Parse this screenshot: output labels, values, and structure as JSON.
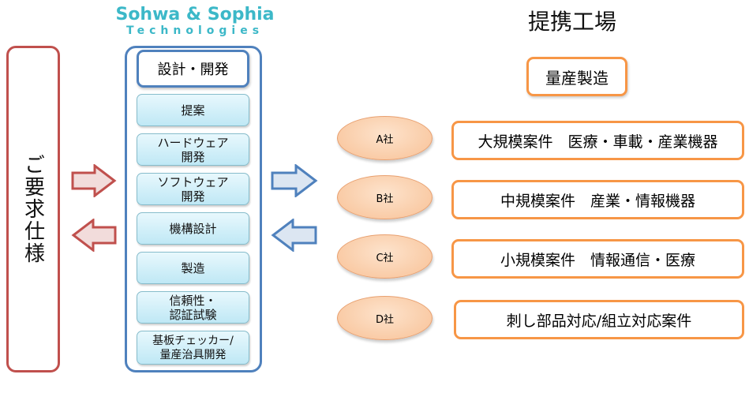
{
  "logo": {
    "line1": "Sohwa & Sophia",
    "line2": "Technologies"
  },
  "customer": {
    "label": "ご要求仕様"
  },
  "design": {
    "header": "設計・開発",
    "items": [
      "提案",
      "ハードウェア\n開発",
      "ソフトウェア\n開発",
      "機構設計",
      "製造",
      "信頼性・\n認証試験",
      "基板チェッカー/\n量産治具開発"
    ]
  },
  "partners": {
    "title": "提携工場",
    "mass_production": "量産製造",
    "companies": [
      {
        "name": "A社",
        "description": "大規模案件　医療・車載・産業機器"
      },
      {
        "name": "B社",
        "description": "中規模案件　産業・情報機器"
      },
      {
        "name": "C社",
        "description": "小規模案件　情報通信・医療"
      },
      {
        "name": "D社",
        "description": "刺し部品対応/組立対応案件"
      }
    ]
  },
  "colors": {
    "red": "#c0504d",
    "blue": "#4f81bd",
    "orange": "#f79646",
    "teal": "#3cb8c8"
  }
}
